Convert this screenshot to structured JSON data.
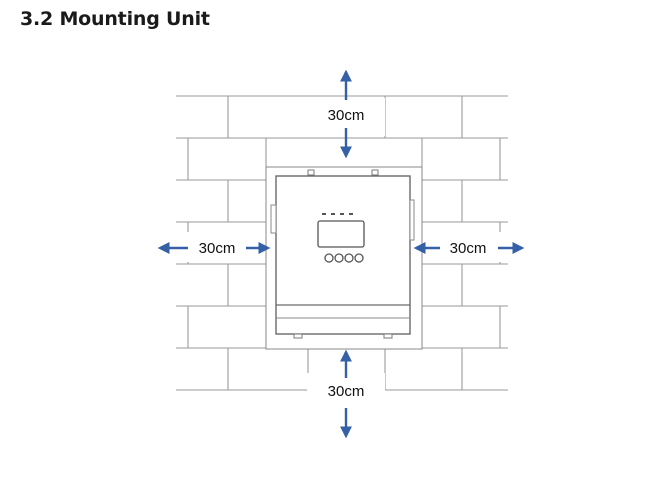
{
  "section": {
    "heading": "3.2 Mounting Unit"
  },
  "clearances": {
    "top": "30cm",
    "bottom": "30cm",
    "left": "30cm",
    "right": "30cm"
  },
  "colors": {
    "arrow": "#3460a8",
    "wall": "#9a9a9a",
    "text": "#111111"
  },
  "icons": {
    "arrow": "arrow-icon",
    "display": "lcd-display-icon",
    "buttons": "button-icon"
  }
}
